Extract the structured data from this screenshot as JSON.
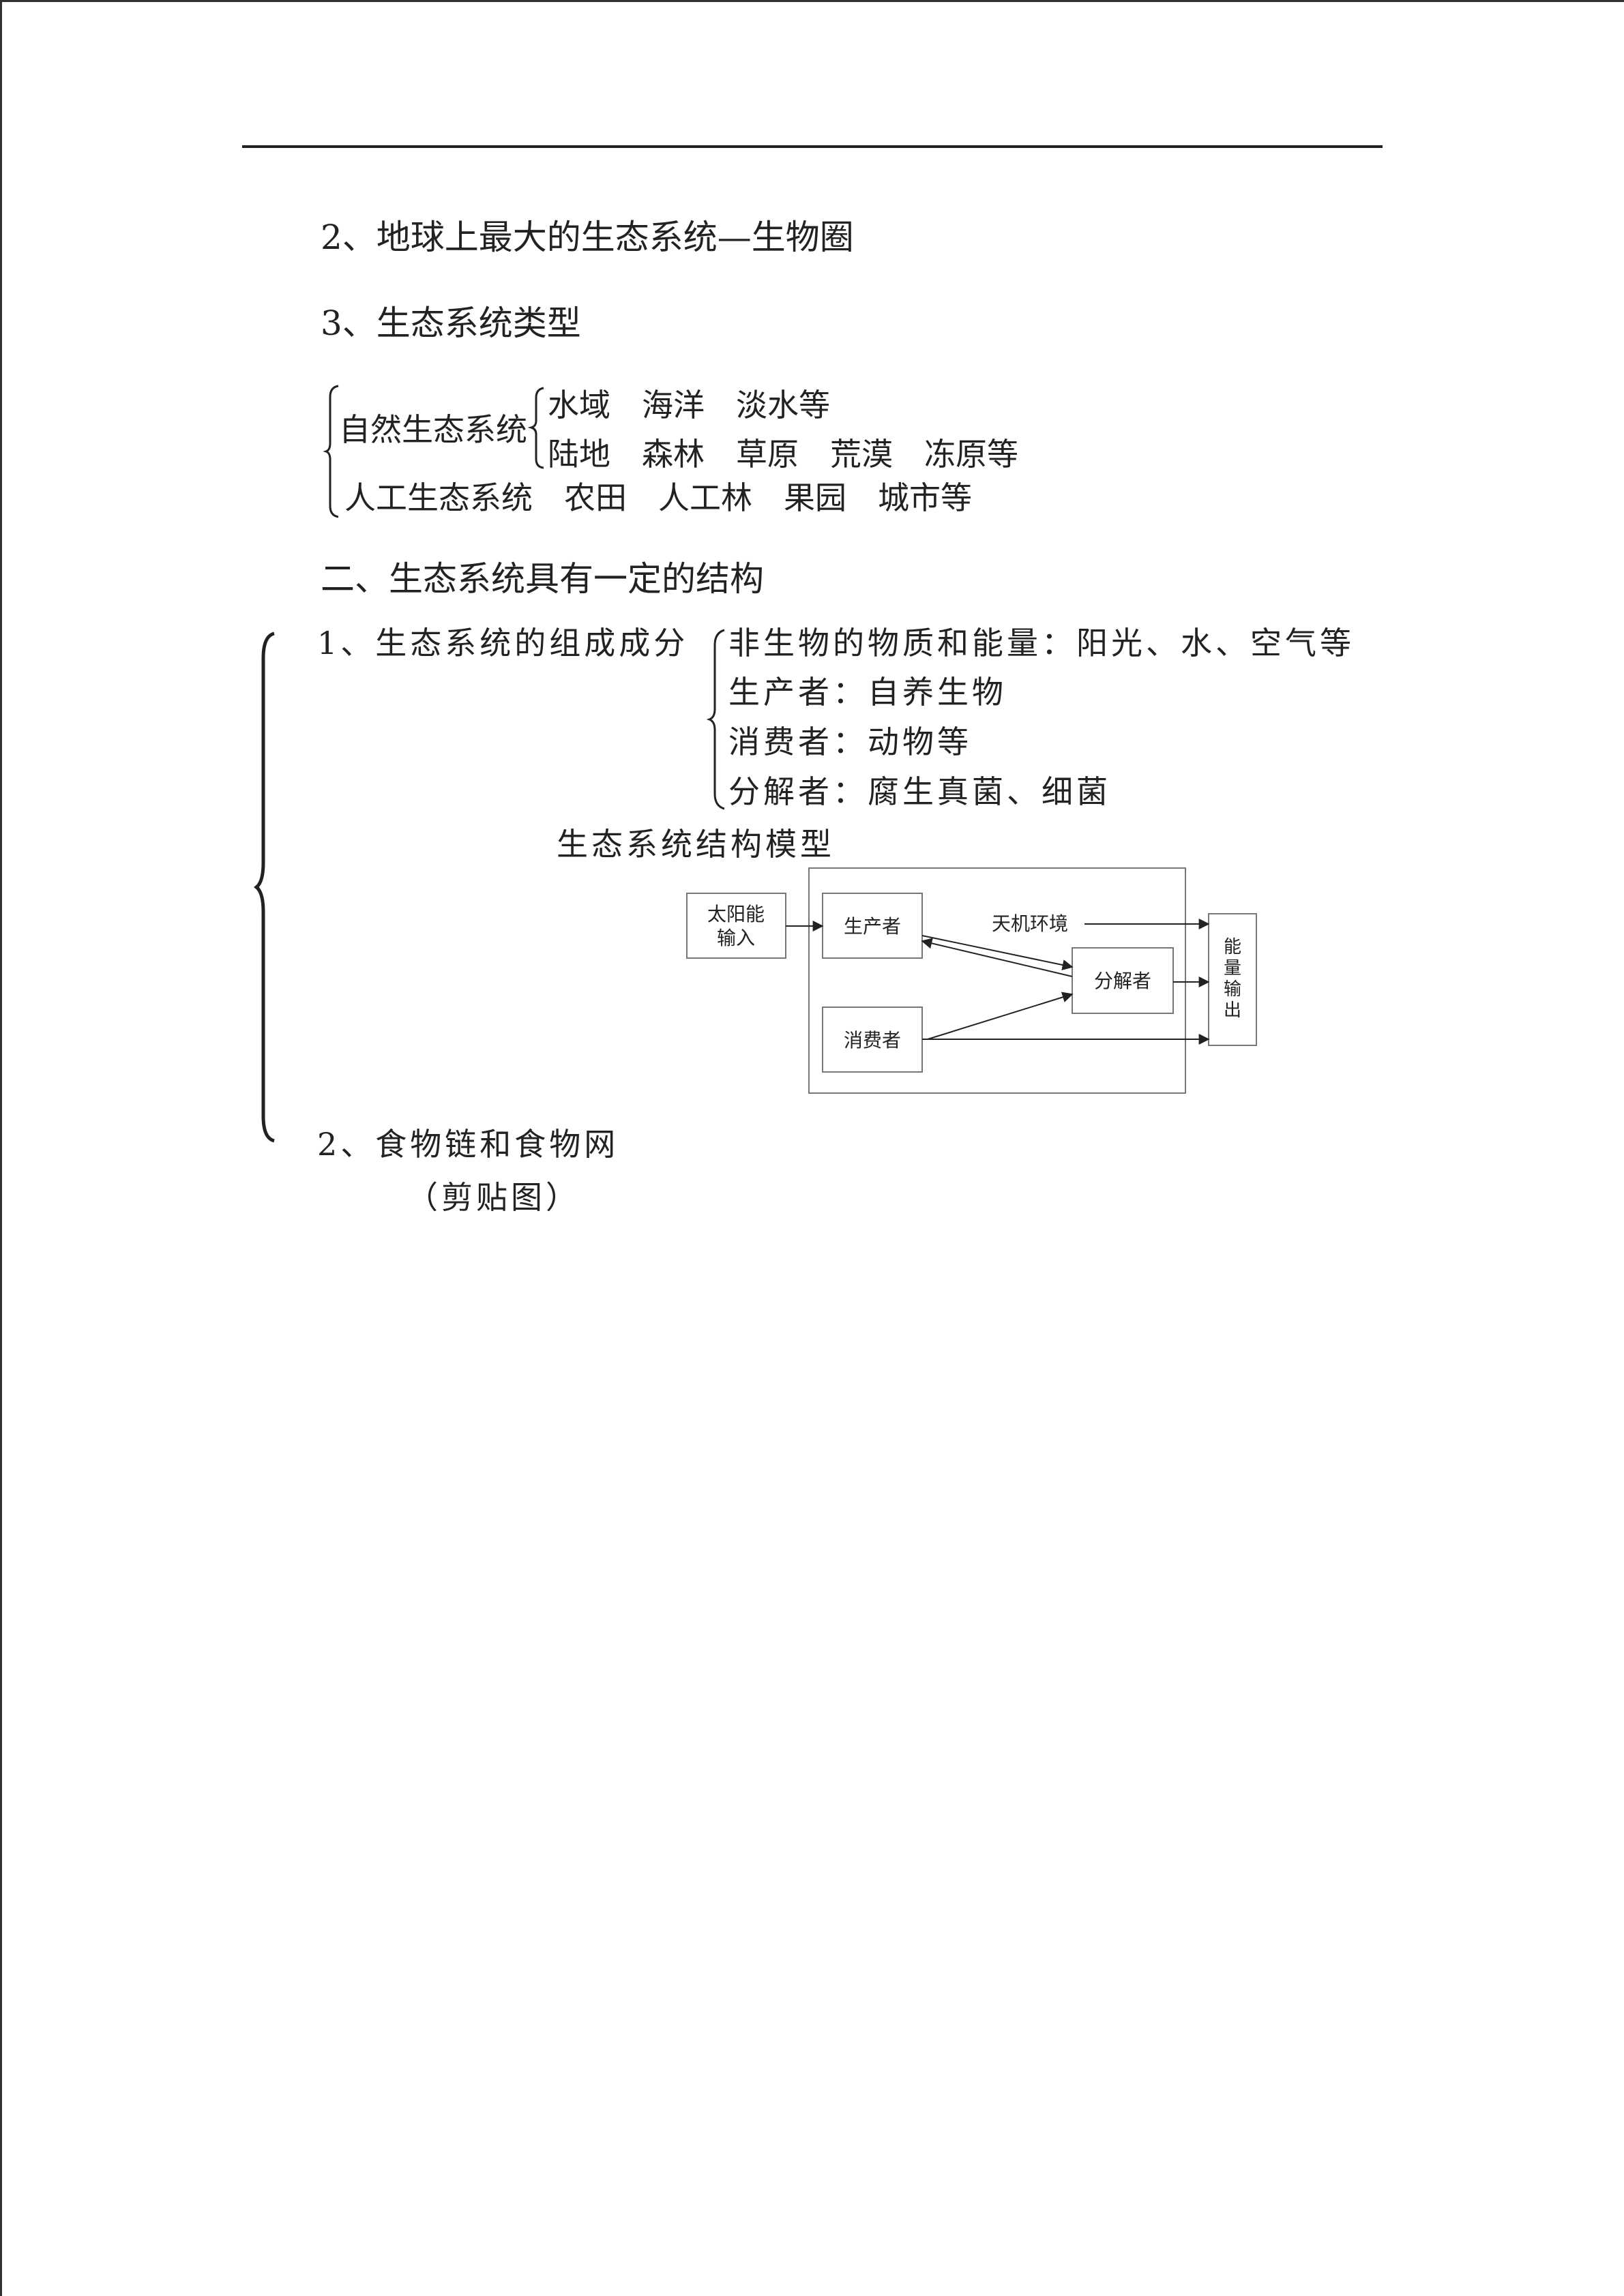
{
  "doc": {
    "line_earth": "2、地球上最大的生态系统—生物圈",
    "line_types": "3、生态系统类型",
    "natural": {
      "label": "自然生态系统",
      "water": "水域　海洋　淡水等",
      "land": "陆地　森林　草原　荒漠　冻原等"
    },
    "artificial": "人工生态系统　农田　人工林　果园　城市等",
    "section_title": "二、生态系统具有一定的结构",
    "components": {
      "label": "1、生态系统的组成成分",
      "items": [
        "非生物的物质和能量：阳光、水、空气等",
        "生产者：自养生物",
        "消费者：动物等",
        "分解者：腐生真菌、细菌"
      ]
    },
    "model_title": "生态系统结构模型",
    "food_chain": "2、食物链和食物网",
    "clip_note": "（剪贴图）"
  },
  "diagram": {
    "solar_line1": "太阳能",
    "solar_line2": "输入",
    "producer": "生产者",
    "environment": "天机环境",
    "decomposer": "分解者",
    "consumer": "消费者",
    "energy_out": [
      "能",
      "量",
      "输",
      "出"
    ]
  }
}
